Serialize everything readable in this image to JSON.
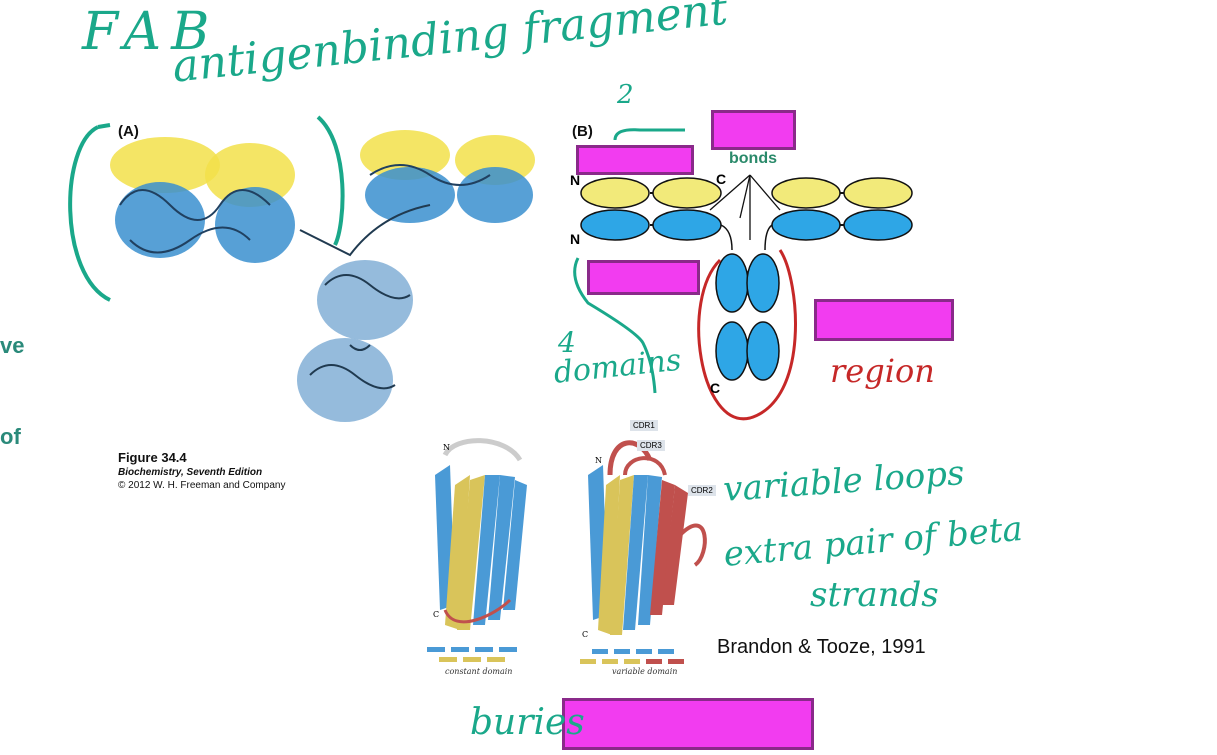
{
  "left_edge_fragments": [
    "ve",
    "of"
  ],
  "header": {
    "title": "FAB",
    "subtitle": "antigenbinding fragment"
  },
  "panel_a": {
    "label": "(A)"
  },
  "panel_b": {
    "label": "(B)",
    "bonds_label": "bonds",
    "n_top": "N",
    "n_bottom": "N",
    "c_top": "C",
    "c_bottom": "C",
    "note_two": "2",
    "note_four": "4",
    "note_domains": "domains",
    "note_region": "region"
  },
  "figure_caption": {
    "title": "Figure 34.4",
    "book": "Biochemistry, Seventh Edition",
    "copyright": "© 2012 W. H. Freeman and Company"
  },
  "domain_panels": {
    "constant_label": "constant domain",
    "variable_label": "variable domain",
    "cdr1": "CDR1",
    "cdr2": "CDR2",
    "cdr3": "CDR3",
    "n_label": "N",
    "c_label": "C"
  },
  "notes": {
    "variable_loops": "variable loops",
    "extra_pair_1": "extra pair of beta",
    "extra_pair_2": "strands",
    "buries": "buries"
  },
  "citation": "Brandon & Tooze, 1991",
  "colors": {
    "teal": "#1aa88a",
    "yellow": "#f2ea7a",
    "blue": "#2ea6e6",
    "magenta": "#f23cf0",
    "red": "#c62828"
  }
}
